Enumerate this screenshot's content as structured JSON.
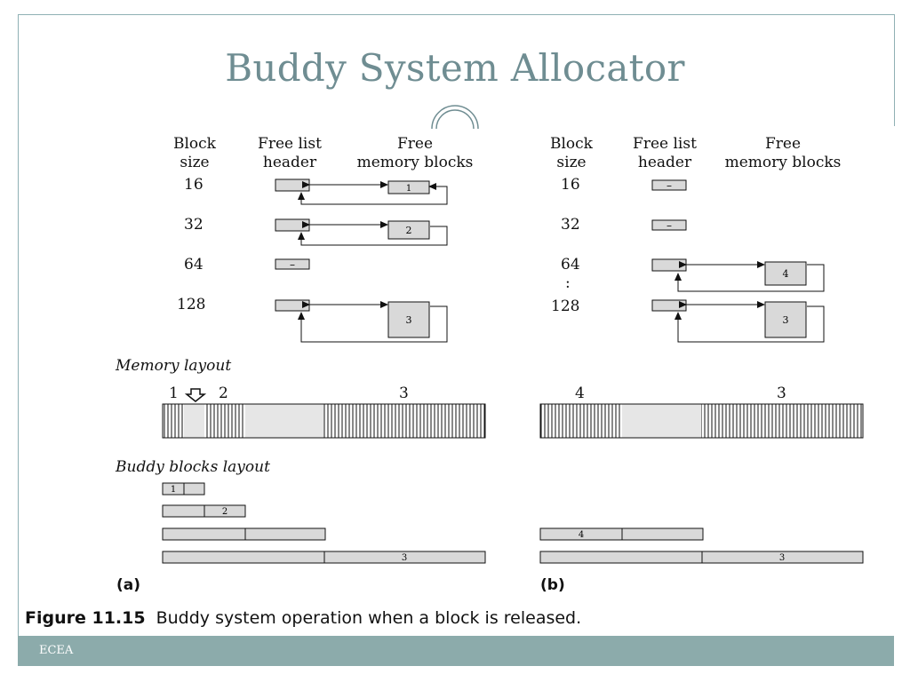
{
  "slide": {
    "title": "Buddy System Allocator",
    "footer": "ECEA"
  },
  "column_headers": {
    "size": [
      "Block",
      "size"
    ],
    "header": [
      "Free list",
      "header"
    ],
    "blocks": [
      "Free",
      "memory blocks"
    ]
  },
  "block_sizes": [
    "16",
    "32",
    "64",
    "128"
  ],
  "panel_a": {
    "tag": "(a)",
    "free_lists": [
      {
        "size": "16",
        "blocks": [
          "1"
        ]
      },
      {
        "size": "32",
        "blocks": [
          "2"
        ]
      },
      {
        "size": "64",
        "empty_mark": "–"
      },
      {
        "size": "128",
        "blocks": [
          "3"
        ]
      }
    ],
    "memory_layout_labels": [
      "1",
      "2",
      "3"
    ],
    "buddy_labels": [
      "1",
      "2",
      "3"
    ]
  },
  "panel_b": {
    "tag": "(b)",
    "free_lists": [
      {
        "size": "16",
        "empty_mark": "–"
      },
      {
        "size": "32",
        "empty_mark": "–"
      },
      {
        "size": "64",
        "blocks": [
          "4"
        ]
      },
      {
        "size": "128",
        "blocks": [
          "3"
        ]
      }
    ],
    "memory_layout_labels": [
      "4",
      "3"
    ],
    "buddy_labels": [
      "4",
      "3"
    ],
    "ellipsis": ":"
  },
  "sections": {
    "memory_layout": "Memory layout",
    "buddy_layout": "Buddy blocks layout"
  },
  "caption": {
    "number": "Figure 11.15",
    "text": "Buddy system operation when a block is released."
  },
  "colors": {
    "title": "#6f8d92",
    "footer_bar": "#8cabab",
    "box_fill": "#d9d9d9",
    "hatch": "#111111"
  }
}
